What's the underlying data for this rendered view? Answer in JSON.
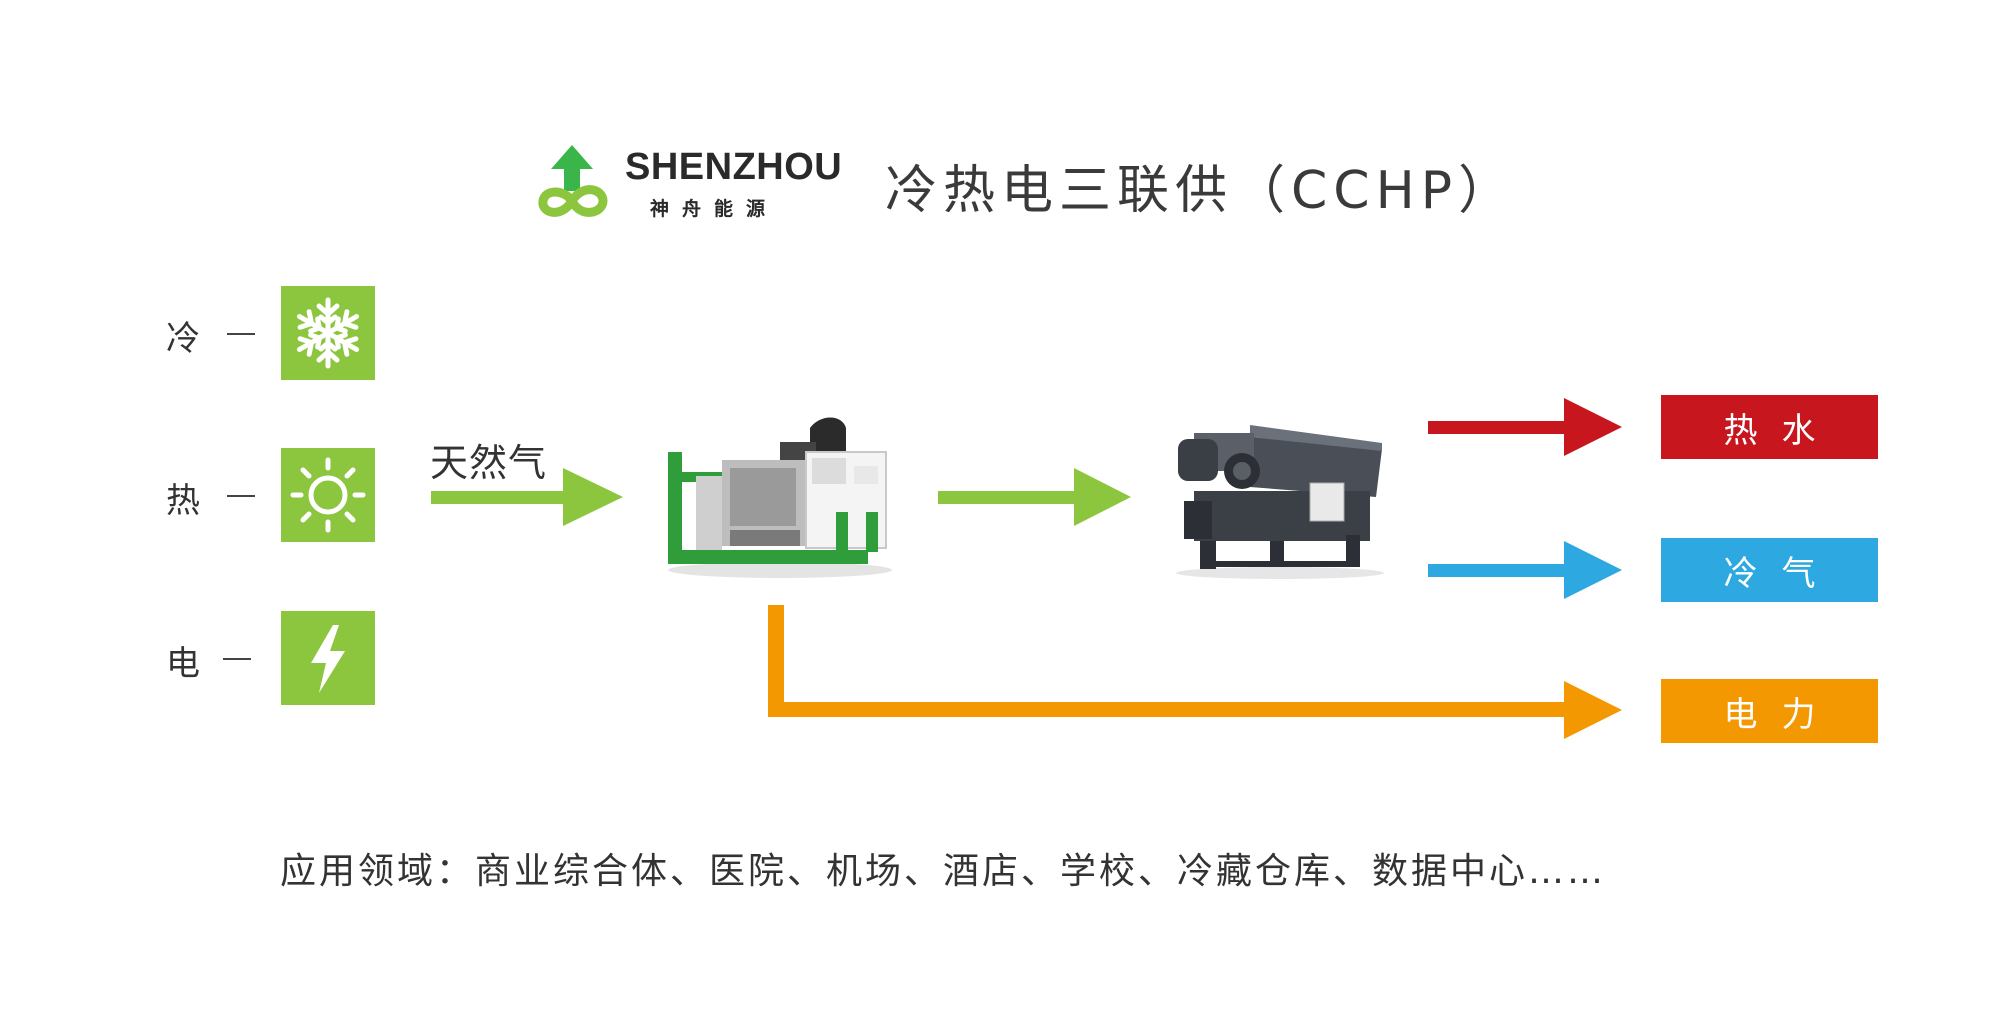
{
  "brand": {
    "name_en": "SHENZHOU",
    "name_cn": "神舟能源"
  },
  "title": "冷热电三联供（CCHP）",
  "left_items": [
    {
      "label": "冷",
      "icon": "snowflake-icon"
    },
    {
      "label": "热",
      "icon": "sun-icon"
    },
    {
      "label": "电",
      "icon": "lightning-icon"
    }
  ],
  "input_label": "天然气",
  "equipment": [
    {
      "name": "generator-set"
    },
    {
      "name": "absorption-chiller"
    }
  ],
  "outputs": [
    {
      "label": "热水",
      "color": "#c8161e"
    },
    {
      "label": "冷气",
      "color": "#2ea8e0"
    },
    {
      "label": "电力",
      "color": "#f39800"
    }
  ],
  "colors": {
    "green": "#8cc63f",
    "red": "#c8161e",
    "blue": "#2ea8e0",
    "orange": "#f39800"
  },
  "footer": "应用领域：商业综合体、医院、机场、酒店、学校、冷藏仓库、数据中心……"
}
